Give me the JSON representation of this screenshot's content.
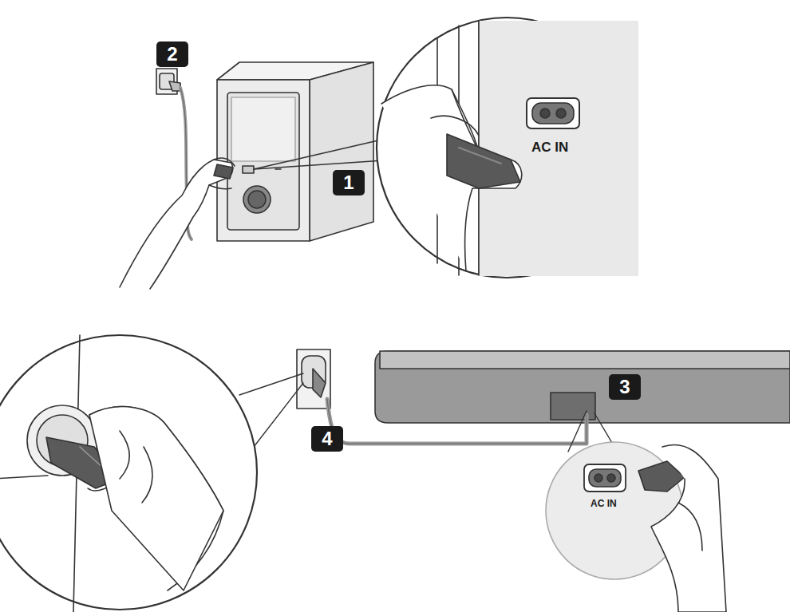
{
  "diagram": {
    "labels": [
      "2",
      "AC IN",
      "1",
      "3",
      "4",
      "AC IN"
    ]
  }
}
